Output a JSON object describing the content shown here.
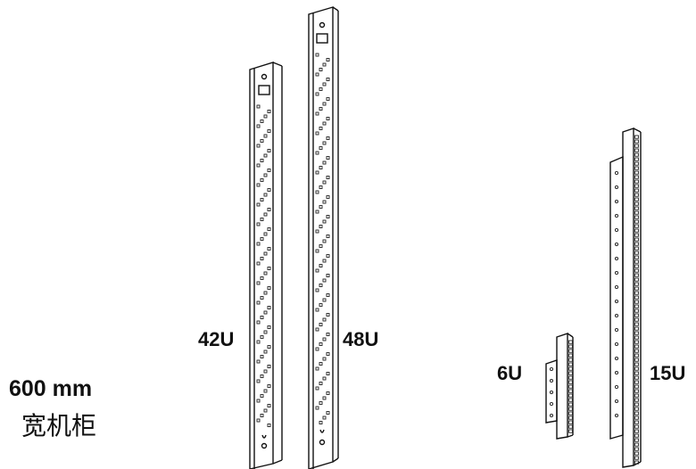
{
  "caption": {
    "size": "600 mm",
    "subtitle": "宽机柜"
  },
  "rails": [
    {
      "id": "rail-42u",
      "label": "42U"
    },
    {
      "id": "rail-48u",
      "label": "48U"
    },
    {
      "id": "rail-6u",
      "label": "6U"
    },
    {
      "id": "rail-15u",
      "label": "15U"
    }
  ]
}
